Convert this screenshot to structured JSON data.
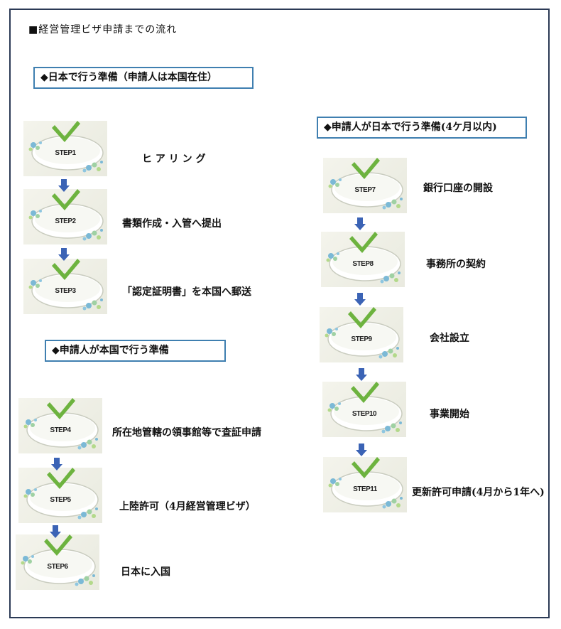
{
  "title": "■経営管理ビザ申請までの流れ",
  "sections": {
    "japan_prep": "◆日本で行う準備（申請人は本国在住）",
    "home_prep": "◆申請人が本国で行う準備",
    "applicant_japan_prep": "◆申請人が日本で行う準備(4ケ月以内)"
  },
  "steps": [
    {
      "label": "STEP1",
      "desc": "ヒ ア リ ン グ"
    },
    {
      "label": "STEP2",
      "desc": "書類作成・入管へ提出"
    },
    {
      "label": "STEP3",
      "desc": "「認定証明書」を本国へ郵送"
    },
    {
      "label": "STEP4",
      "desc": "所在地管轄の領事館等で査証申請"
    },
    {
      "label": "STEP5",
      "desc": "上陸許可（4月経営管理ビザ）"
    },
    {
      "label": "STEP6",
      "desc": "日本に入国"
    },
    {
      "label": "STEP7",
      "desc": "銀行口座の開設"
    },
    {
      "label": "STEP8",
      "desc": "事務所の契約"
    },
    {
      "label": "STEP9",
      "desc": "会社設立"
    },
    {
      "label": "STEP10",
      "desc": "事業開始"
    },
    {
      "label": "STEP11",
      "desc": "更新許可申請(4月から1年へ)"
    }
  ],
  "colors": {
    "frame": "#2b3a55",
    "section_border": "#3f7fb0",
    "arrow": "#3b63b5",
    "check": "#6db33f"
  }
}
